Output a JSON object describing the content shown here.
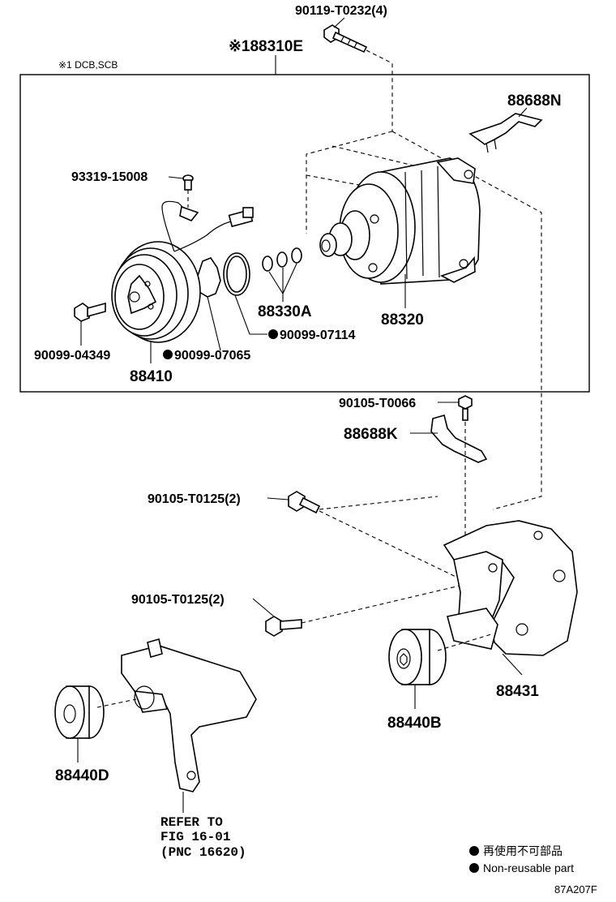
{
  "parts": {
    "bolt_top": "90119-T0232(4)",
    "assembly": "※188310E",
    "note": "※1 DCB,SCB",
    "bracket_upper": "88688N",
    "screw_clutch": "93319-15008",
    "shims": "88330A",
    "compressor": "88320",
    "snap_ring": "90099-07114",
    "bolt_pulley": "90099-04349",
    "spacer": "90099-07065",
    "clutch": "88410",
    "bolt_bracket": "90105-T0066",
    "bracket_lower": "88688K",
    "bolt_a": "90105-T0125(2)",
    "bolt_b": "90105-T0125(2)",
    "mount_bracket": "88431",
    "idler_b": "88440B",
    "idler_d": "88440D"
  },
  "reference": {
    "line1": "REFER TO",
    "line2": "FIG 16-01",
    "line3": "(PNC 16620)"
  },
  "legend": {
    "jp": "再使用不可部品",
    "en": "Non-reusable part"
  },
  "figure_code": "87A207F"
}
